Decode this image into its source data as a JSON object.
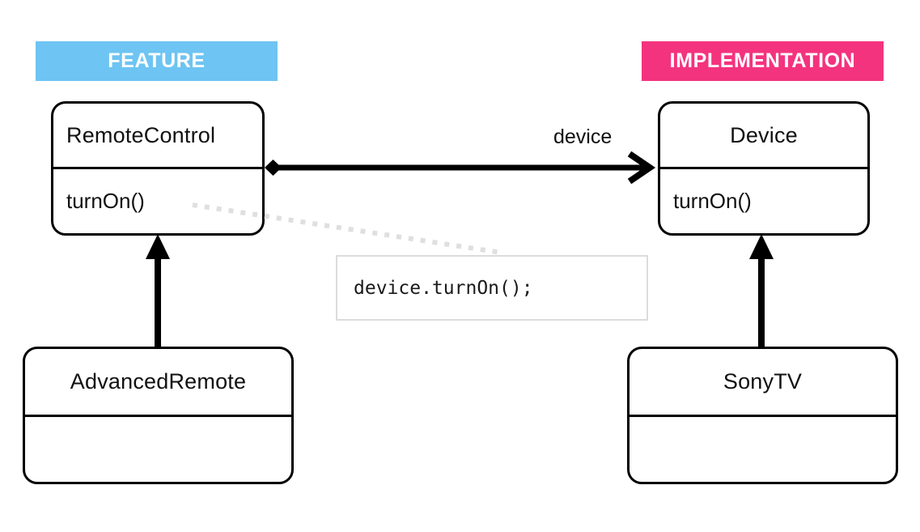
{
  "diagram": {
    "title": "Bridge pattern UML class diagram",
    "background": "#ffffff",
    "sections": [
      {
        "name": "feature",
        "label": "FEATURE",
        "color": "#6EC4F2"
      },
      {
        "name": "implementation",
        "label": "IMPLEMENTATION",
        "color": "#F4337F"
      }
    ],
    "classes": [
      {
        "name": "remote-control",
        "title": "RemoteControl",
        "title_align": "left",
        "members": "turnOn()",
        "members_align": "left"
      },
      {
        "name": "device",
        "title": "Device",
        "title_align": "center",
        "members": "turnOn()",
        "members_align": "left"
      },
      {
        "name": "advanced-remote",
        "title": "AdvancedRemote",
        "title_align": "center",
        "members": "",
        "members_align": "left"
      },
      {
        "name": "sony-tv",
        "title": "SonyTV",
        "title_align": "center",
        "members": "",
        "members_align": "left"
      }
    ],
    "edges": [
      {
        "name": "composition-remotecontrol-device",
        "from": "RemoteControl",
        "to": "Device",
        "label": "device",
        "type": "composition-association",
        "source_marker": "filled-diamond",
        "target_marker": "open-arrow",
        "color": "#000000"
      },
      {
        "name": "inheritance-advancedremote-remotecontrol",
        "from": "AdvancedRemote",
        "to": "RemoteControl",
        "label": "",
        "type": "generalization",
        "source_marker": "none",
        "target_marker": "filled-triangle",
        "color": "#000000"
      },
      {
        "name": "inheritance-sonytv-device",
        "from": "SonyTV",
        "to": "Device",
        "label": "",
        "type": "generalization",
        "source_marker": "none",
        "target_marker": "filled-triangle",
        "color": "#000000"
      }
    ],
    "note": {
      "name": "code-note",
      "code": "device.turnOn();",
      "border_color": "#dcdcdc",
      "leader": {
        "name": "note-leader-line",
        "style": "dotted",
        "color": "#dcdcdc",
        "from_element": "RemoteControl.turnOn()",
        "to_element": "code-note"
      }
    }
  }
}
